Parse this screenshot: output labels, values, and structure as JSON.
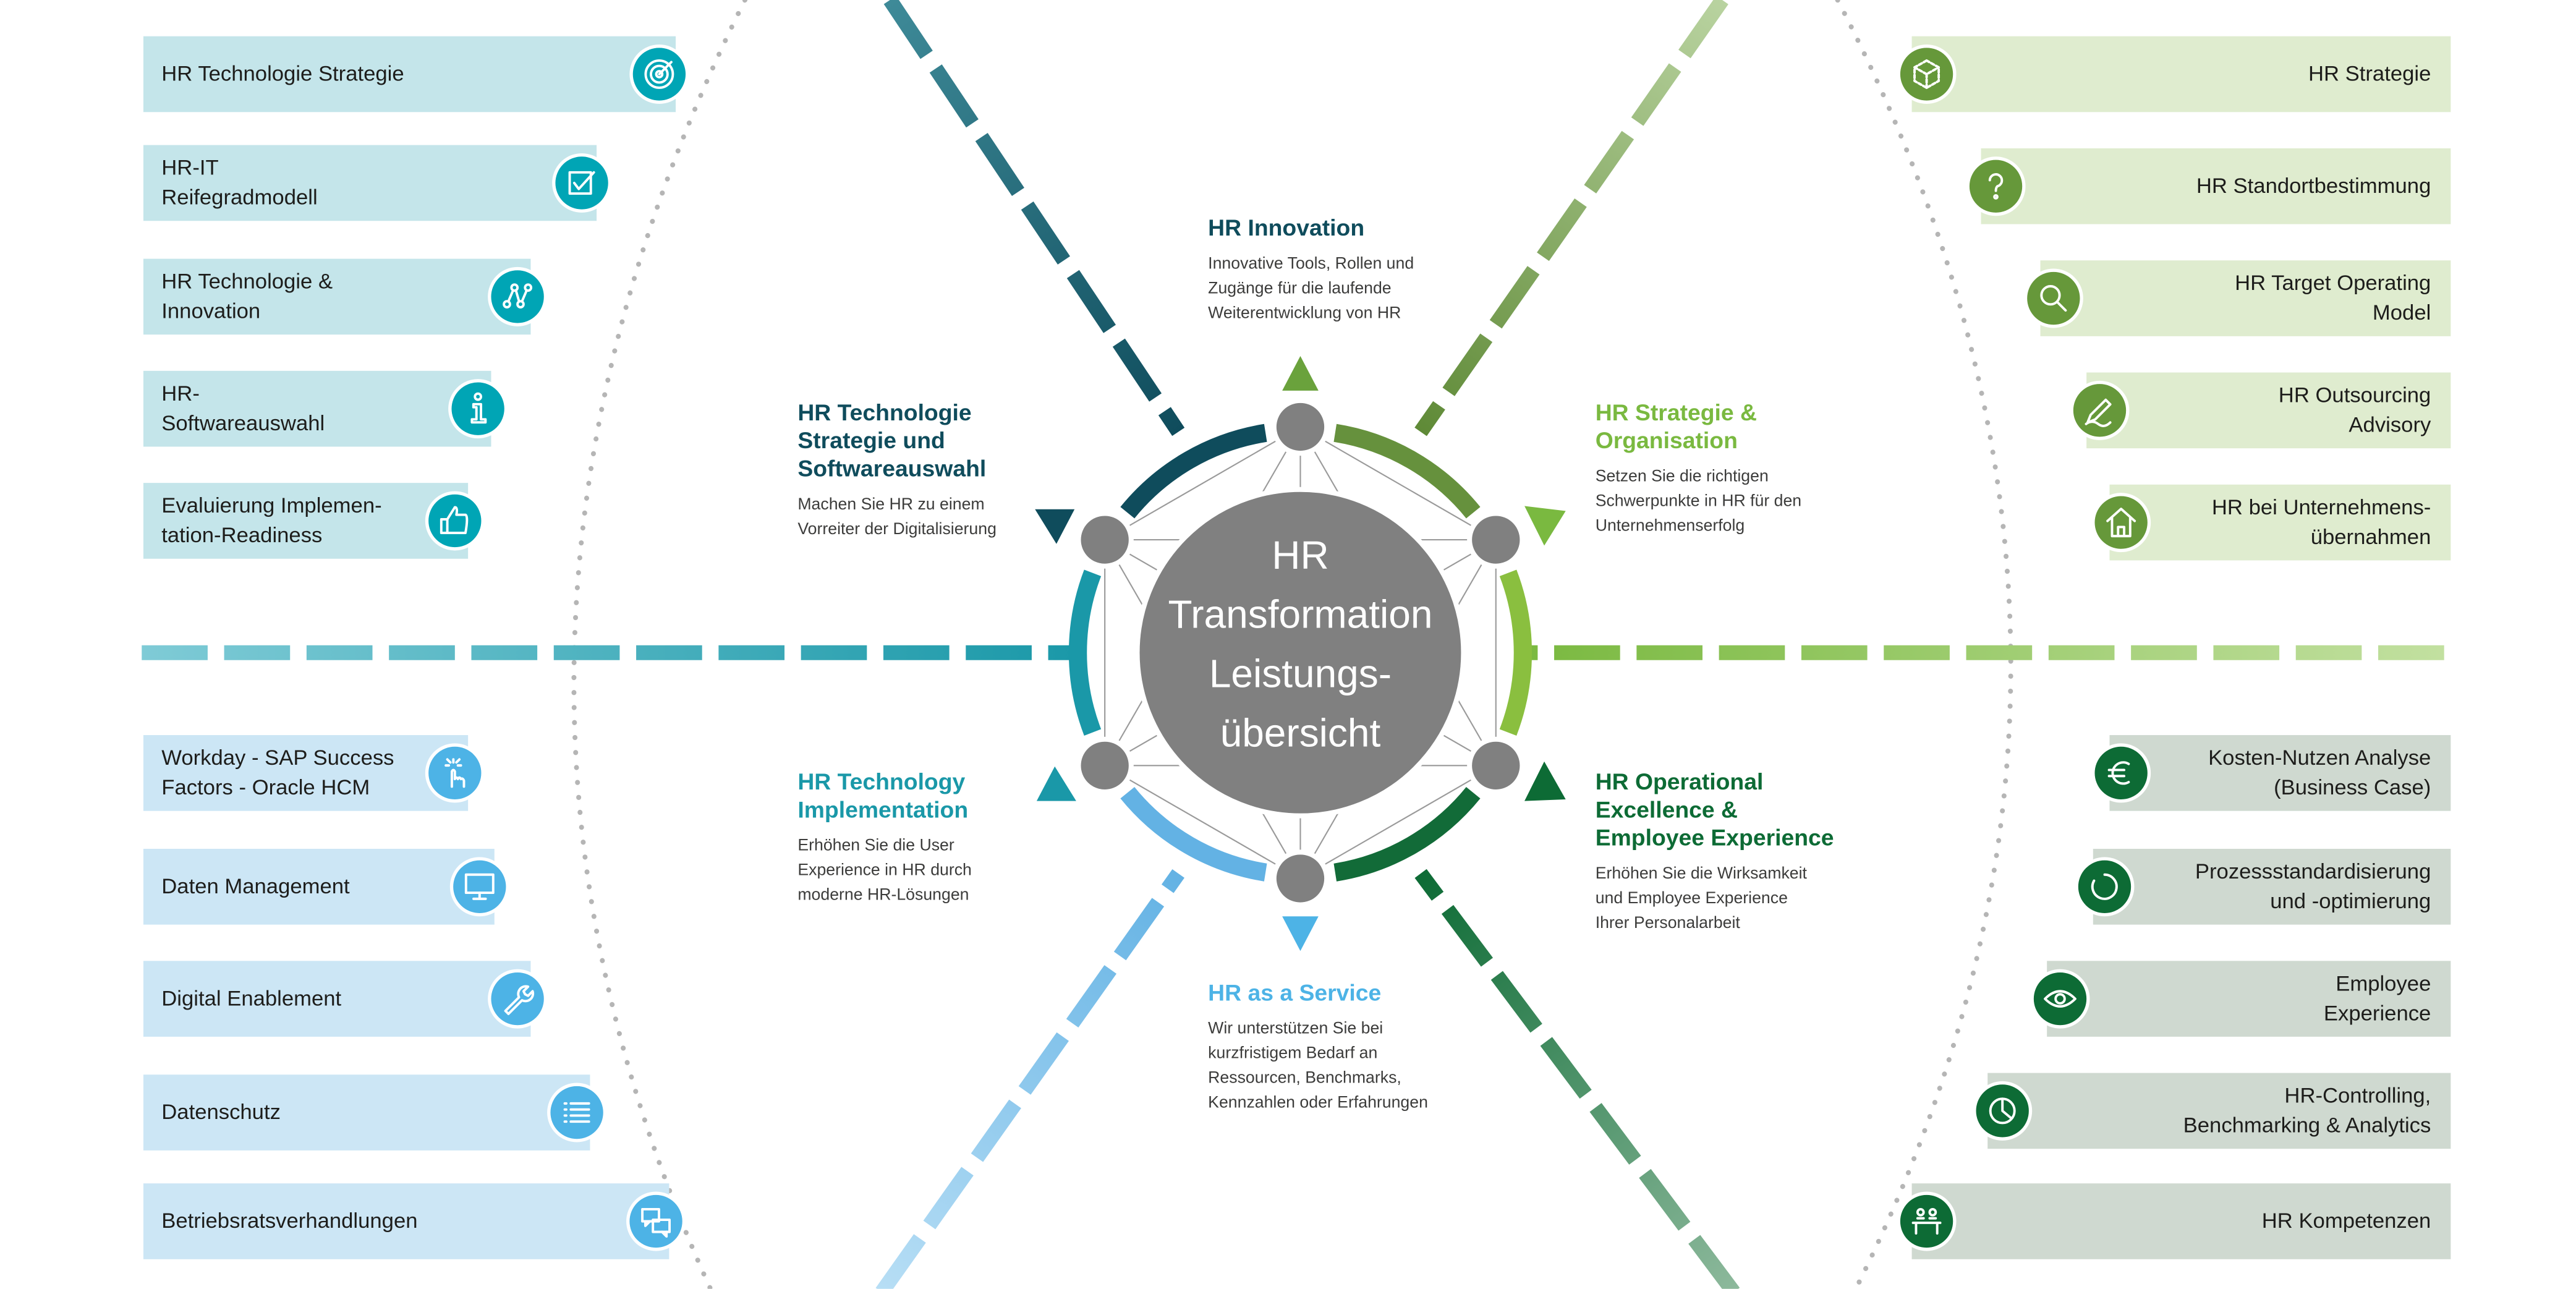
{
  "center": {
    "title": "HR\nTransformation\nLeistungs-\nübersicht"
  },
  "sections": [
    {
      "title": "HR Innovation",
      "desc": "Innovative Tools, Rollen und\nZugänge für die laufende\nWeiterentwicklung von HR",
      "color": "#0f4c5c"
    },
    {
      "title": "HR Strategie &\nOrganisation",
      "desc": "Setzen Sie die richtigen\nSchwerpunkte in HR für den\nUnternehmenserfolg",
      "color": "#7ab940"
    },
    {
      "title": "HR Operational\nExcellence &\nEmployee Experience",
      "desc": "Erhöhen Sie die Wirksamkeit\nund Employee Experience\nIhrer Personalarbeit",
      "color": "#0d6b35"
    },
    {
      "title": "HR as a Service",
      "desc": "Wir unterstützen Sie bei\nkurzfristigem Bedarf an\nRessourcen, Benchmarks,\nKennzahlen oder Erfahrungen",
      "color": "#4db3e6"
    },
    {
      "title": "HR Technology\nImplementation",
      "desc": "Erhöhen Sie die User\nExperience in HR durch\nmoderne HR-Lösungen",
      "color": "#1a98a8"
    },
    {
      "title": "HR Technologie\nStrategie und\nSoftwareauswahl",
      "desc": "Machen Sie HR zu einem\nVorreiter der Digitalisierung",
      "color": "#0f4c5c"
    }
  ],
  "left_upper": [
    {
      "label": "HR Technologie Strategie",
      "icon": "target-icon"
    },
    {
      "label": "HR-IT\nReifegradmodell",
      "icon": "checkbox-icon"
    },
    {
      "label": "HR Technologie &\nInnovation",
      "icon": "network-graph-icon"
    },
    {
      "label": "HR-\nSoftwareauswahl",
      "icon": "info-icon"
    },
    {
      "label": "Evaluierung Implemen-\ntation-Readiness",
      "icon": "thumbs-up-icon"
    }
  ],
  "left_lower": [
    {
      "label": "Workday - SAP Success\nFactors - Oracle HCM",
      "icon": "touch-hand-icon"
    },
    {
      "label": "Daten Management",
      "icon": "monitor-icon"
    },
    {
      "label": "Digital Enablement",
      "icon": "wrench-icon"
    },
    {
      "label": "Datenschutz",
      "icon": "list-icon"
    },
    {
      "label": "Betriebsratsverhandlungen",
      "icon": "chat-bubbles-icon"
    }
  ],
  "right_upper": [
    {
      "label": "HR Strategie",
      "icon": "cube-icon"
    },
    {
      "label": "HR Standortbestimmung",
      "icon": "question-icon"
    },
    {
      "label": "HR Target Operating\nModel",
      "icon": "magnifier-icon"
    },
    {
      "label": "HR Outsourcing\nAdvisory",
      "icon": "pen-icon"
    },
    {
      "label": "HR bei Unternehmens-\nübernahmen",
      "icon": "house-icon"
    }
  ],
  "right_lower": [
    {
      "label": "Kosten-Nutzen Analyse\n(Business Case)",
      "icon": "euro-icon"
    },
    {
      "label": "Prozessstandardisierung\nund -optimierung",
      "icon": "circle-arrow-icon"
    },
    {
      "label": "Employee\nExperience",
      "icon": "eye-icon"
    },
    {
      "label": "HR-Controlling,\nBenchmarking & Analytics",
      "icon": "pie-chart-icon"
    },
    {
      "label": "HR Kompetenzen",
      "icon": "people-table-icon"
    }
  ],
  "colors": {
    "left_upper_box": "#c4e5ea",
    "left_upper_icon": "#00a5b5",
    "left_lower_box": "#cce6f5",
    "left_lower_icon": "#4db3e6",
    "right_upper_box": "#dfeccf",
    "right_upper_icon": "#66983a",
    "right_lower_box": "#cfd9d0",
    "right_lower_icon": "#0d6b35",
    "node": "#808080"
  }
}
